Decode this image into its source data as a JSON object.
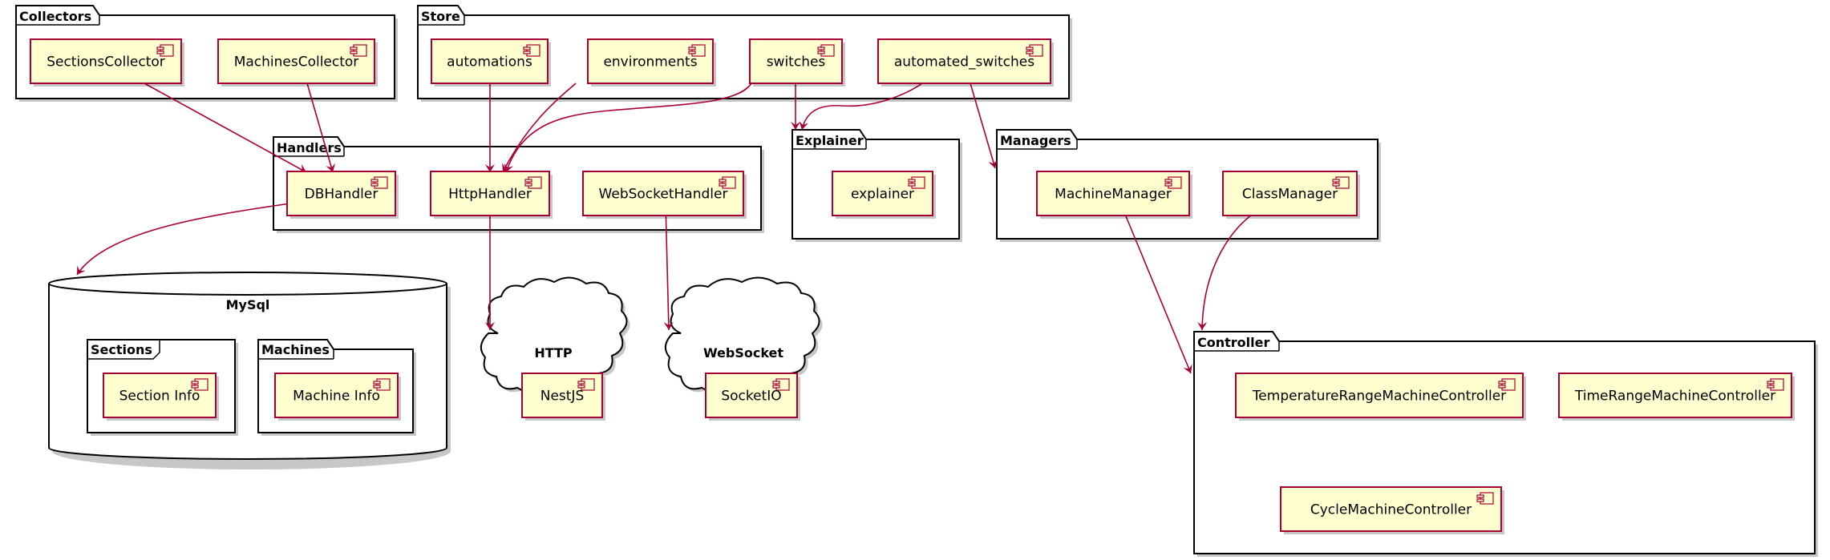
{
  "packages": {
    "collectors": "Collectors",
    "store": "Store",
    "handlers": "Handlers",
    "explainer": "Explainer",
    "managers": "Managers",
    "controller": "Controller"
  },
  "database": {
    "title": "MySql",
    "frames": {
      "sections": "Sections",
      "machines": "Machines"
    }
  },
  "clouds": {
    "http": "HTTP",
    "websocket": "WebSocket"
  },
  "components": {
    "sections_collector": "SectionsCollector",
    "machines_collector": "MachinesCollector",
    "automations": "automations",
    "environments": "environments",
    "switches": "switches",
    "automated_switches": "automated_switches",
    "db_handler": "DBHandler",
    "http_handler": "HttpHandler",
    "websocket_handler": "WebSocketHandler",
    "explainer": "explainer",
    "machine_manager": "MachineManager",
    "class_manager": "ClassManager",
    "section_info": "Section Info",
    "machine_info": "Machine Info",
    "nestjs": "NestJS",
    "socketio": "SocketIO",
    "temperature_range_controller": "TemperatureRangeMachineController",
    "time_range_controller": "TimeRangeMachineController",
    "cycle_controller": "CycleMachineController"
  },
  "colors": {
    "component_fill": "#FEFECE",
    "component_border": "#A80036",
    "arrow": "#A80036",
    "package_border": "#000000"
  },
  "arrows": [
    {
      "from": "SectionsCollector",
      "to": "DBHandler"
    },
    {
      "from": "MachinesCollector",
      "to": "DBHandler"
    },
    {
      "from": "automations",
      "to": "HttpHandler"
    },
    {
      "from": "environments",
      "to": "HttpHandler"
    },
    {
      "from": "switches",
      "to": "HttpHandler"
    },
    {
      "from": "switches",
      "to": "Explainer"
    },
    {
      "from": "automated_switches",
      "to": "Explainer"
    },
    {
      "from": "automated_switches",
      "to": "Managers"
    },
    {
      "from": "DBHandler",
      "to": "MySql"
    },
    {
      "from": "HttpHandler",
      "to": "HTTP"
    },
    {
      "from": "WebSocketHandler",
      "to": "WebSocket"
    },
    {
      "from": "MachineManager",
      "to": "Controller"
    },
    {
      "from": "ClassManager",
      "to": "Controller"
    }
  ]
}
